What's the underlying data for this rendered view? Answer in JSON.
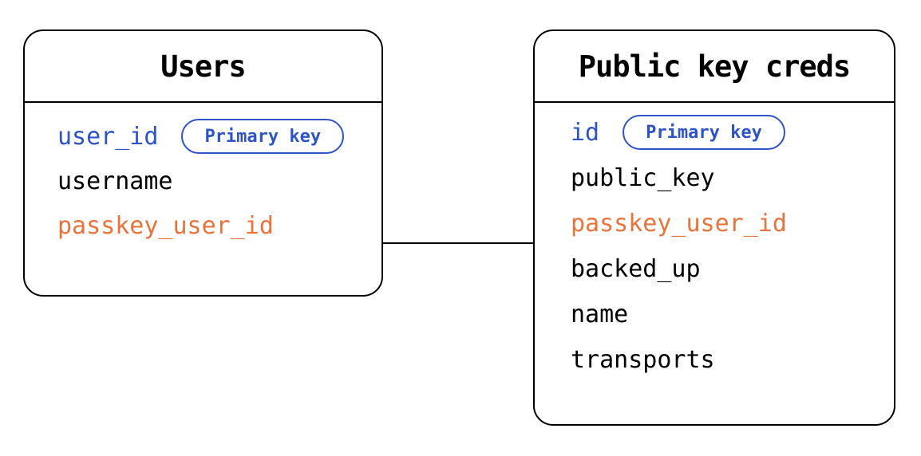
{
  "tables": [
    {
      "title": "Users",
      "fields": [
        {
          "name": "user_id",
          "role": "primary-key",
          "badge": "Primary key"
        },
        {
          "name": "username",
          "role": "regular"
        },
        {
          "name": "passkey_user_id",
          "role": "linked"
        }
      ]
    },
    {
      "title": "Public key creds",
      "fields": [
        {
          "name": "id",
          "role": "primary-key",
          "badge": "Primary key"
        },
        {
          "name": "public_key",
          "role": "regular"
        },
        {
          "name": "passkey_user_id",
          "role": "linked"
        },
        {
          "name": "backed_up",
          "role": "regular"
        },
        {
          "name": "name",
          "role": "regular"
        },
        {
          "name": "transports",
          "role": "regular"
        }
      ]
    }
  ],
  "relationship": {
    "from": "Users.passkey_user_id",
    "to": "Public key creds.passkey_user_id"
  },
  "colors": {
    "primary_key_blue": "#2d53c6",
    "linked_field_orange": "#e8743c",
    "text_black": "#000000",
    "border_black": "#000000",
    "background_white": "#ffffff"
  }
}
